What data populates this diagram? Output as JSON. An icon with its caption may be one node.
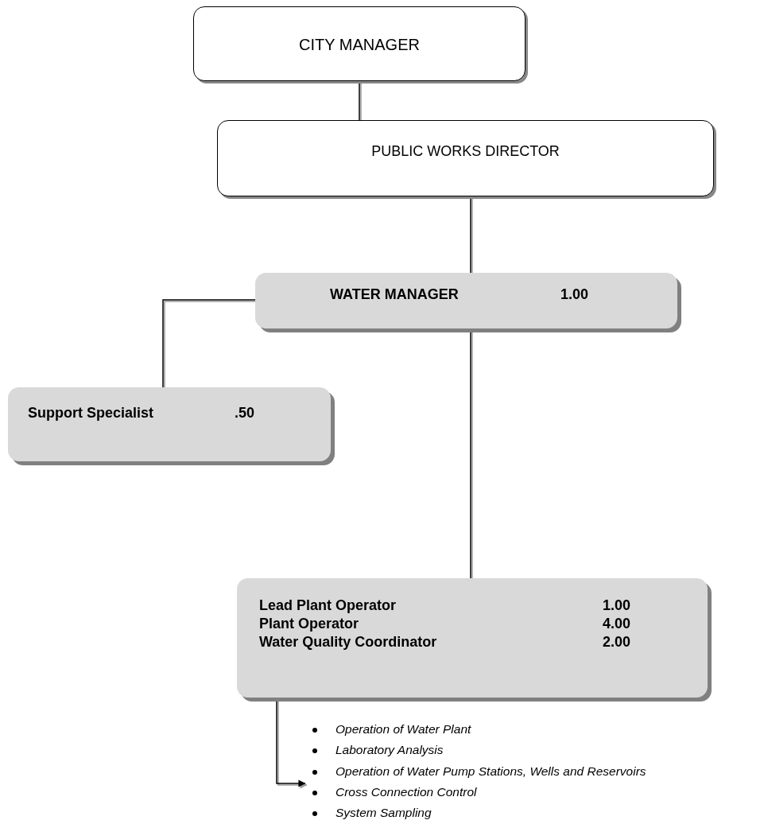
{
  "diagram": {
    "nodes": [
      {
        "text": [
          "CITY MANAGER"
        ]
      },
      {
        "text": [
          "PUBLIC WORKS DIRECTOR"
        ]
      },
      {
        "text": [
          "WATER MANAGER",
          "1.00"
        ]
      },
      {
        "text": [
          "Support Specialist",
          ".50"
        ]
      },
      {
        "text": [
          "Lead Plant Operator",
          "1.00",
          "Plant Operator",
          "4.00",
          "Water Quality Coordinator",
          "2.00"
        ]
      },
      {
        "text": [
          "Operation of Water Plant",
          "Laboratory Analysis",
          "Operation of Water Pump Stations, Wells and Reservoirs",
          "Cross Connection Control",
          "System Sampling"
        ]
      }
    ],
    "edges": [
      {
        "from": 0,
        "to": 1,
        "arrow": "none"
      },
      {
        "from": 1,
        "to": 2,
        "arrow": "none"
      },
      {
        "from": 2,
        "to": 3,
        "arrow": "none"
      },
      {
        "from": 2,
        "to": 4,
        "arrow": "none"
      },
      {
        "from": 4,
        "to": 5,
        "arrow": "to"
      }
    ]
  }
}
